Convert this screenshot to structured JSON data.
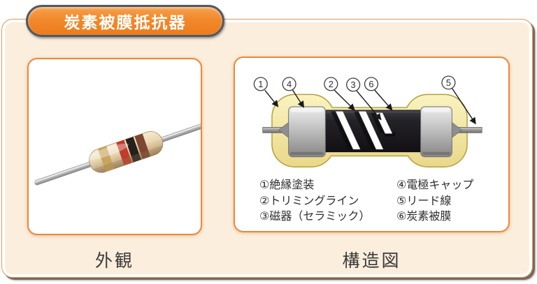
{
  "title_badge": {
    "label": "炭素被膜抵抗器"
  },
  "appearance_panel": {
    "caption": "外観",
    "photo_subject": "carbon-film-resistor-photo",
    "band_colors": [
      "#c9a45c",
      "#c23b2b",
      "#26201c",
      "#7c4631"
    ]
  },
  "structure_panel": {
    "caption": "構造図",
    "callouts": [
      {
        "number": "1",
        "part": "絶縁塗装"
      },
      {
        "number": "4",
        "part": "電極キャップ"
      },
      {
        "number": "2",
        "part": "トリミングライン"
      },
      {
        "number": "3",
        "part": "磁器（セラミック）"
      },
      {
        "number": "6",
        "part": "炭素被膜"
      },
      {
        "number": "5",
        "part": "リード線"
      }
    ],
    "legend": {
      "left_column": [
        "①絶縁塗装",
        "②トリミングライン",
        "③磁器（セラミック）"
      ],
      "right_column": [
        "④電極キャップ",
        "⑤リード線",
        "⑥炭素被膜"
      ]
    }
  },
  "colors": {
    "accent_orange": "#ee7d1f",
    "badge_border": "#4d5a66",
    "container_background": "#fbeedd",
    "panel_border": "#e78a3f",
    "insulation_yellow": "#f3e8a9",
    "electrode_cap_gray": "#b9b9b9",
    "carbon_film_dark": "#232226",
    "lead_gray": "#9b9b9b",
    "shadow_brown": "#7b695b"
  }
}
